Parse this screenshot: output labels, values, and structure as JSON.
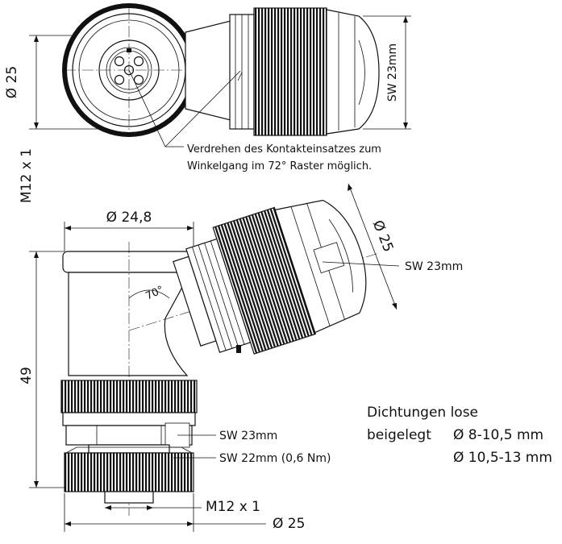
{
  "top_view": {
    "dim_diameter": "Ø 25",
    "dim_thread": "M12 x 1",
    "dim_wrench": "SW 23mm",
    "note_line1": "Verdrehen des Kontakteinsatzes zum",
    "note_line2": "Winkelgang im 72° Raster möglich."
  },
  "side_view": {
    "dim_width": "Ø 24,8",
    "dim_height": "49",
    "dim_angle": "70°",
    "dim_angled_diameter": "Ø 25",
    "dim_angled_wrench": "SW 23mm",
    "dim_wrench_nut": "SW 23mm",
    "dim_wrench_torque": "SW 22mm (0,6 Nm)",
    "dim_bottom_thread": "M12 x 1",
    "dim_bottom_diameter": "Ø 25"
  },
  "seals": {
    "line1": "Dichtungen lose",
    "line2_prefix": "beigelegt",
    "option1": "Ø 8-10,5 mm",
    "option2": "Ø 10,5-13 mm"
  }
}
